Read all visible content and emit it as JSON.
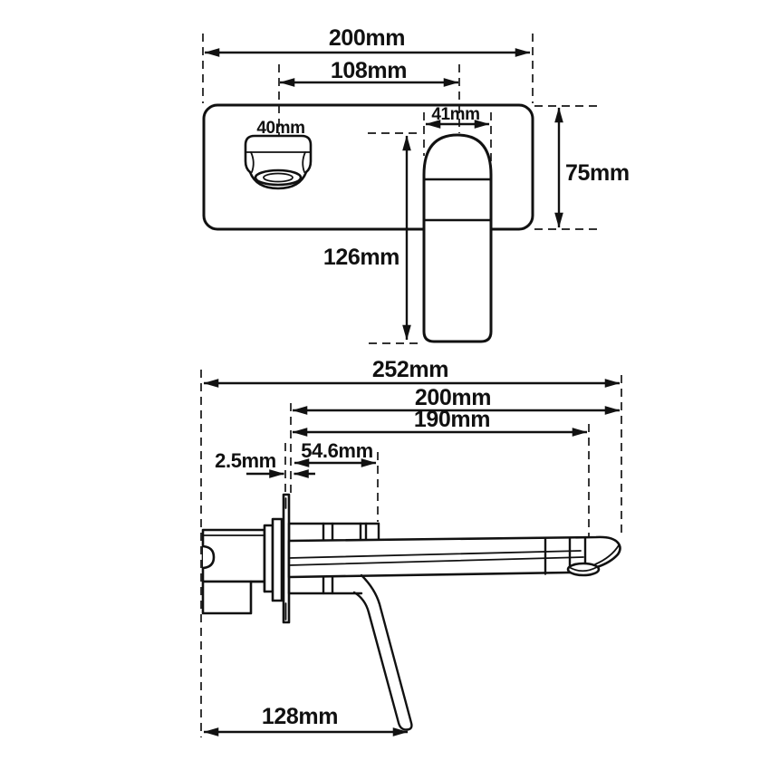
{
  "drawing": {
    "colors": {
      "line": "#111111",
      "background": "#ffffff"
    },
    "front_view": {
      "plate_width_label": "200mm",
      "centres_label": "108mm",
      "spout_width_label": "40mm",
      "handle_width_label": "41mm",
      "plate_height_label": "75mm",
      "handle_length_label": "126mm"
    },
    "side_view": {
      "overall_depth_label": "252mm",
      "spout_total_depth_label": "200mm",
      "spout_outlet_depth_label": "190mm",
      "body_depth_label": "54.6mm",
      "plate_gap_label": "2.5mm",
      "handle_depth_label": "128mm"
    }
  }
}
